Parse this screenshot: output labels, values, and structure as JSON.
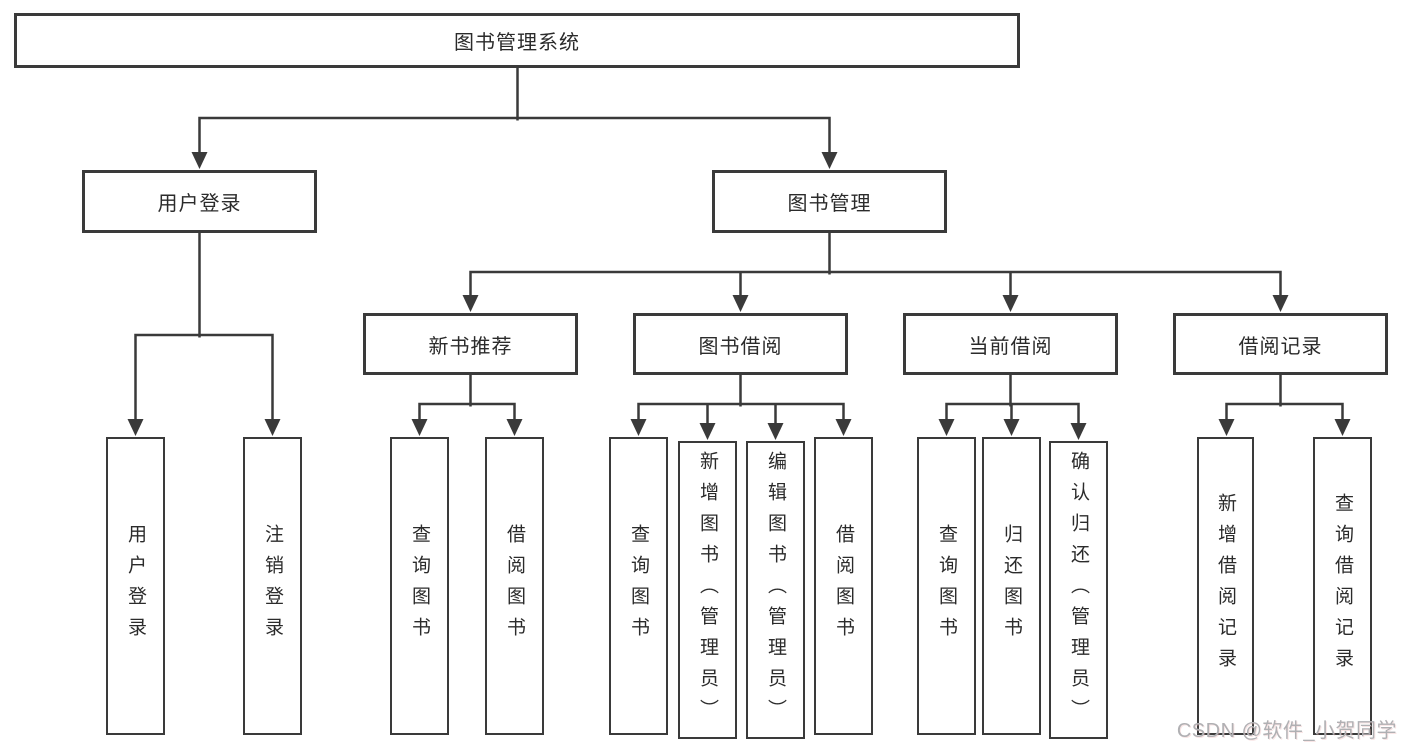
{
  "tree": {
    "root": {
      "label": "图书管理系统"
    },
    "branches": [
      {
        "label": "用户登录",
        "children": [
          {
            "label": "用户登录"
          },
          {
            "label": "注销登录"
          }
        ]
      },
      {
        "label": "图书管理",
        "children": [
          {
            "label": "新书推荐",
            "children": [
              {
                "label": "查询图书"
              },
              {
                "label": "借阅图书"
              }
            ]
          },
          {
            "label": "图书借阅",
            "children": [
              {
                "label": "查询图书"
              },
              {
                "label": "新增图书（管理员）"
              },
              {
                "label": "编辑图书（管理员）"
              },
              {
                "label": "借阅图书"
              }
            ]
          },
          {
            "label": "当前借阅",
            "children": [
              {
                "label": "查询图书"
              },
              {
                "label": "归还图书"
              },
              {
                "label": "确认归还（管理员）"
              }
            ]
          },
          {
            "label": "借阅记录",
            "children": [
              {
                "label": "新增借阅记录"
              },
              {
                "label": "查询借阅记录"
              }
            ]
          }
        ]
      }
    ]
  },
  "watermark": {
    "text": "CSDN @软件_小贺同学"
  },
  "colors": {
    "line": "#3a3a3a",
    "text": "#2b2b2b",
    "background": "#ffffff",
    "watermark": "#b0b0b3"
  }
}
